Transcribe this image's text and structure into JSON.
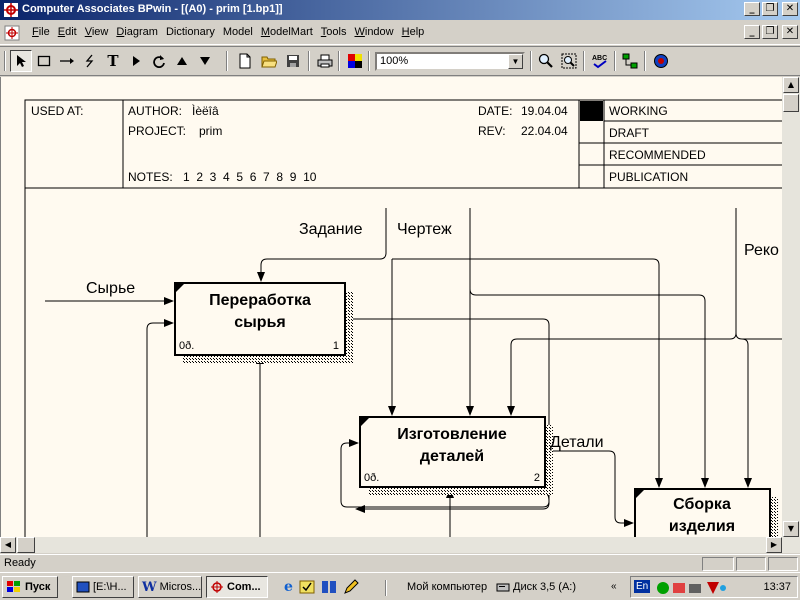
{
  "window": {
    "title": "Computer Associates BPwin - [(A0)  - prim  [1.bp1]]"
  },
  "menu": {
    "items": [
      {
        "key": "F",
        "rest": "ile"
      },
      {
        "key": "E",
        "rest": "dit"
      },
      {
        "key": "V",
        "rest": "iew"
      },
      {
        "key": "D",
        "rest": "iagram"
      },
      {
        "key": "",
        "rest": "Dictionary"
      },
      {
        "key": "",
        "rest": "Model"
      },
      {
        "key": "M",
        "rest": "odelMart"
      },
      {
        "key": "T",
        "rest": "ools"
      },
      {
        "key": "W",
        "rest": "indow"
      },
      {
        "key": "H",
        "rest": "elp"
      }
    ]
  },
  "toolbar": {
    "zoom_value": "100%"
  },
  "header": {
    "used_at_label": "USED AT:",
    "author_label": "AUTHOR:",
    "author_value": "Ìèëîâ",
    "project_label": "PROJECT:",
    "project_value": "prim",
    "date_label": "DATE:",
    "date_value": "19.04.04",
    "rev_label": "REV:",
    "rev_value": "22.04.04",
    "notes_label": "NOTES:",
    "notes_values": "1  2  3  4  5  6  7  8  9  10",
    "statuses": [
      "WORKING",
      "DRAFT",
      "RECOMMENDED",
      "PUBLICATION"
    ]
  },
  "diagram": {
    "boxes": [
      {
        "name": "Переработка",
        "name2": "сырья",
        "cost": "0ð.",
        "number": "1"
      },
      {
        "name": "Изготовление",
        "name2": "деталей",
        "cost": "0ð.",
        "number": "2"
      },
      {
        "name": "Сборка",
        "name2": "изделия"
      }
    ],
    "arrow_labels": {
      "raw": "Сырье",
      "task": "Задание",
      "drawing": "Чертеж",
      "parts": "Детали",
      "rec": "Реко"
    }
  },
  "statusbar": {
    "text": "Ready"
  },
  "taskbar": {
    "start": "Пуск",
    "tasks": [
      "[E:\\H...",
      "Micros...",
      "Com..."
    ],
    "my_computer": "Мой компьютер",
    "disk": "Диск 3,5 (A:)",
    "lang": "En",
    "clock": "13:37"
  }
}
